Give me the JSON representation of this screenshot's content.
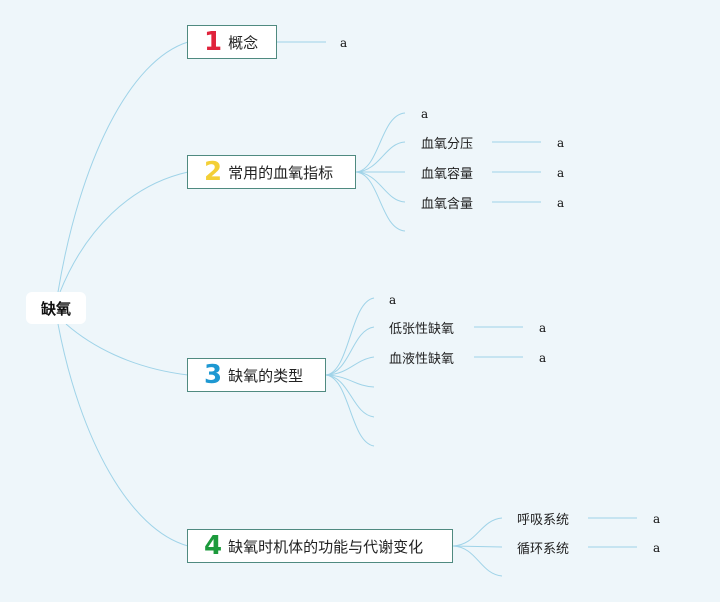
{
  "root": {
    "label": "缺氧"
  },
  "topics": [
    {
      "num": "1",
      "num_color": "#e0233c",
      "label": "概念",
      "leaf": "a"
    },
    {
      "num": "2",
      "num_color": "#f3cf36",
      "label": "常用的血氧指标",
      "top_leaf": "a",
      "children": [
        {
          "label": "血氧分压",
          "leaf": "a"
        },
        {
          "label": "血氧容量",
          "leaf": "a"
        },
        {
          "label": "血氧含量",
          "leaf": "a"
        }
      ]
    },
    {
      "num": "3",
      "num_color": "#1e98d2",
      "label": "缺氧的类型",
      "top_leaf": "a",
      "children": [
        {
          "label": "低张性缺氧",
          "leaf": "a"
        },
        {
          "label": "血液性缺氧",
          "leaf": "a"
        }
      ]
    },
    {
      "num": "4",
      "num_color": "#1c9a3c",
      "label": "缺氧时机体的功能与代谢变化",
      "children": [
        {
          "label": "呼吸系统",
          "leaf": "a"
        },
        {
          "label": "循环系统",
          "leaf": "a"
        }
      ]
    }
  ],
  "colors": {
    "connector": "#9fd3e8",
    "topic_border": "#4f8a80",
    "background": "#eef6fa"
  }
}
